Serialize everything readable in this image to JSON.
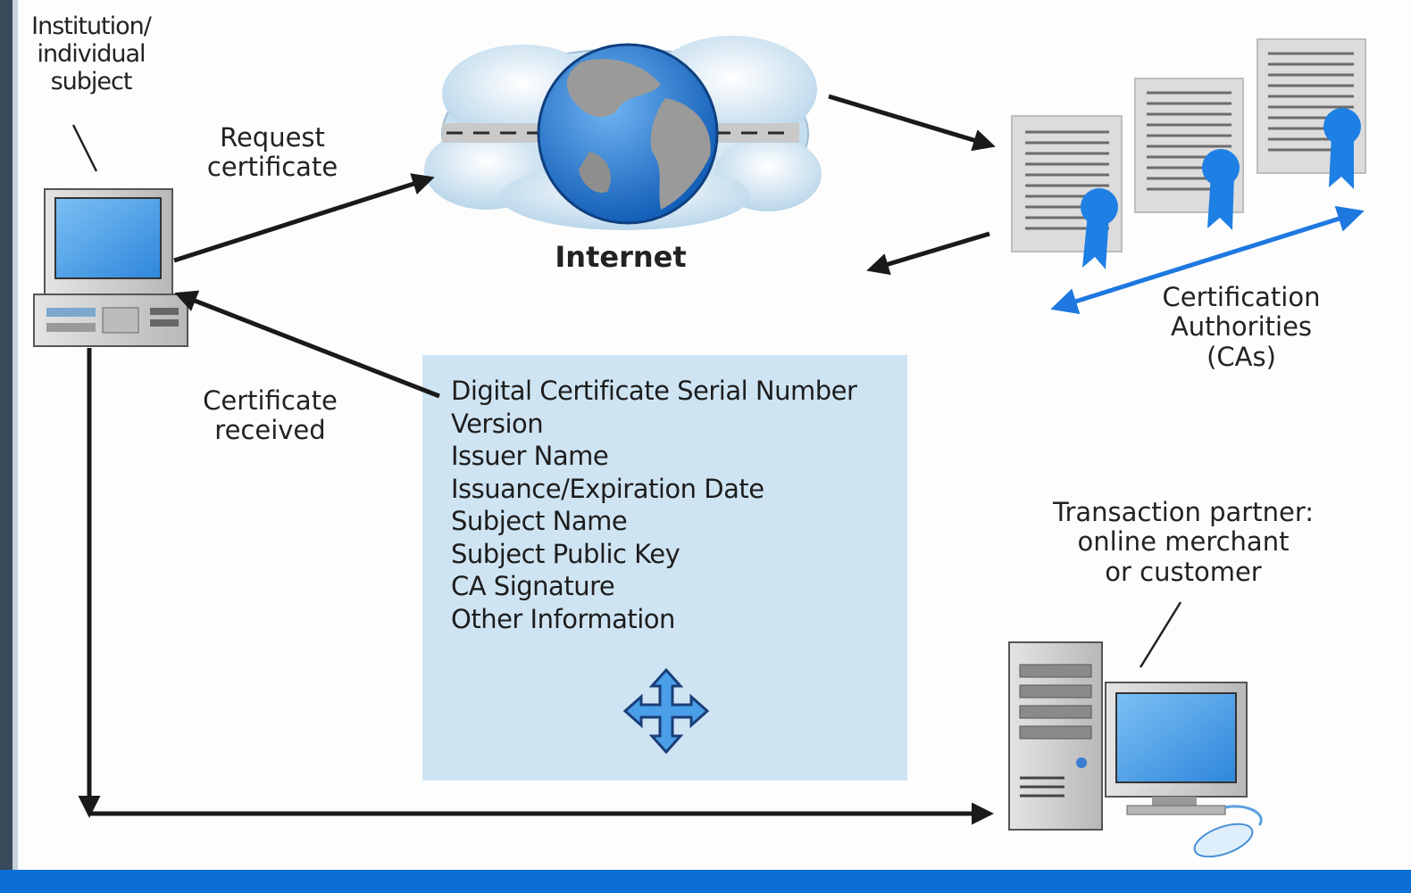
{
  "labels": {
    "subject": "Institution/\nindividual\nsubject",
    "request": "Request\ncertificate",
    "received": "Certificate\nreceived",
    "internet": "Internet",
    "ca": "Certification\nAuthorities\n(CAs)",
    "partner": "Transaction partner:\nonline merchant\nor customer"
  },
  "certificate_fields": [
    "Digital Certificate Serial Number",
    "Version",
    "Issuer Name",
    "Issuance/Expiration Date",
    "Subject Name",
    "Subject Public Key",
    "CA Signature",
    "Other Information"
  ],
  "colors": {
    "arrow": "#1a1a1a",
    "ca_arrow": "#1e78e0",
    "bottom_band": "#0c6fd6",
    "certificate_panel": "#cfe4f3",
    "ribbon": "#1e7fe4",
    "screen": "#4a9fe8",
    "globe_ocean": "#2f7fd8",
    "globe_land": "#9a9a9a"
  },
  "icons": [
    "workstation-icon",
    "globe-icon",
    "cloud-icon",
    "certificate-icon",
    "ribbon-seal-icon",
    "server-tower-icon",
    "monitor-icon",
    "mouse-icon",
    "four-way-arrow-icon"
  ]
}
